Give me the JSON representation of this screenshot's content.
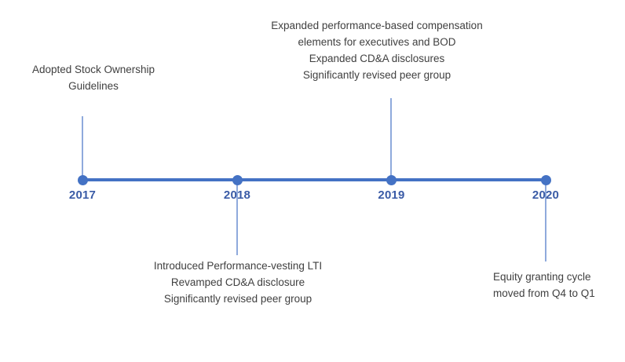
{
  "colors": {
    "timeline_accent": "#4472c4",
    "stem_light": "#8faadc",
    "year_text": "#3a5ba6",
    "body_text": "#404040",
    "background": "#ffffff"
  },
  "timeline": {
    "type": "horizontal-milestone-timeline",
    "events": [
      {
        "year": "2017",
        "annotation_position": "above",
        "lines": [
          "Adopted Stock Ownership",
          "Guidelines"
        ]
      },
      {
        "year": "2018",
        "annotation_position": "below",
        "lines": [
          "Introduced Performance-vesting LTI",
          "Revamped CD&A disclosure",
          "Significantly revised peer group"
        ]
      },
      {
        "year": "2019",
        "annotation_position": "above",
        "lines": [
          "Expanded performance-based compensation",
          "elements for executives and BOD",
          "Expanded CD&A disclosures",
          "Significantly revised peer group"
        ]
      },
      {
        "year": "2020",
        "annotation_position": "below",
        "lines": [
          "Equity granting cycle",
          "moved from Q4 to Q1"
        ]
      }
    ]
  }
}
